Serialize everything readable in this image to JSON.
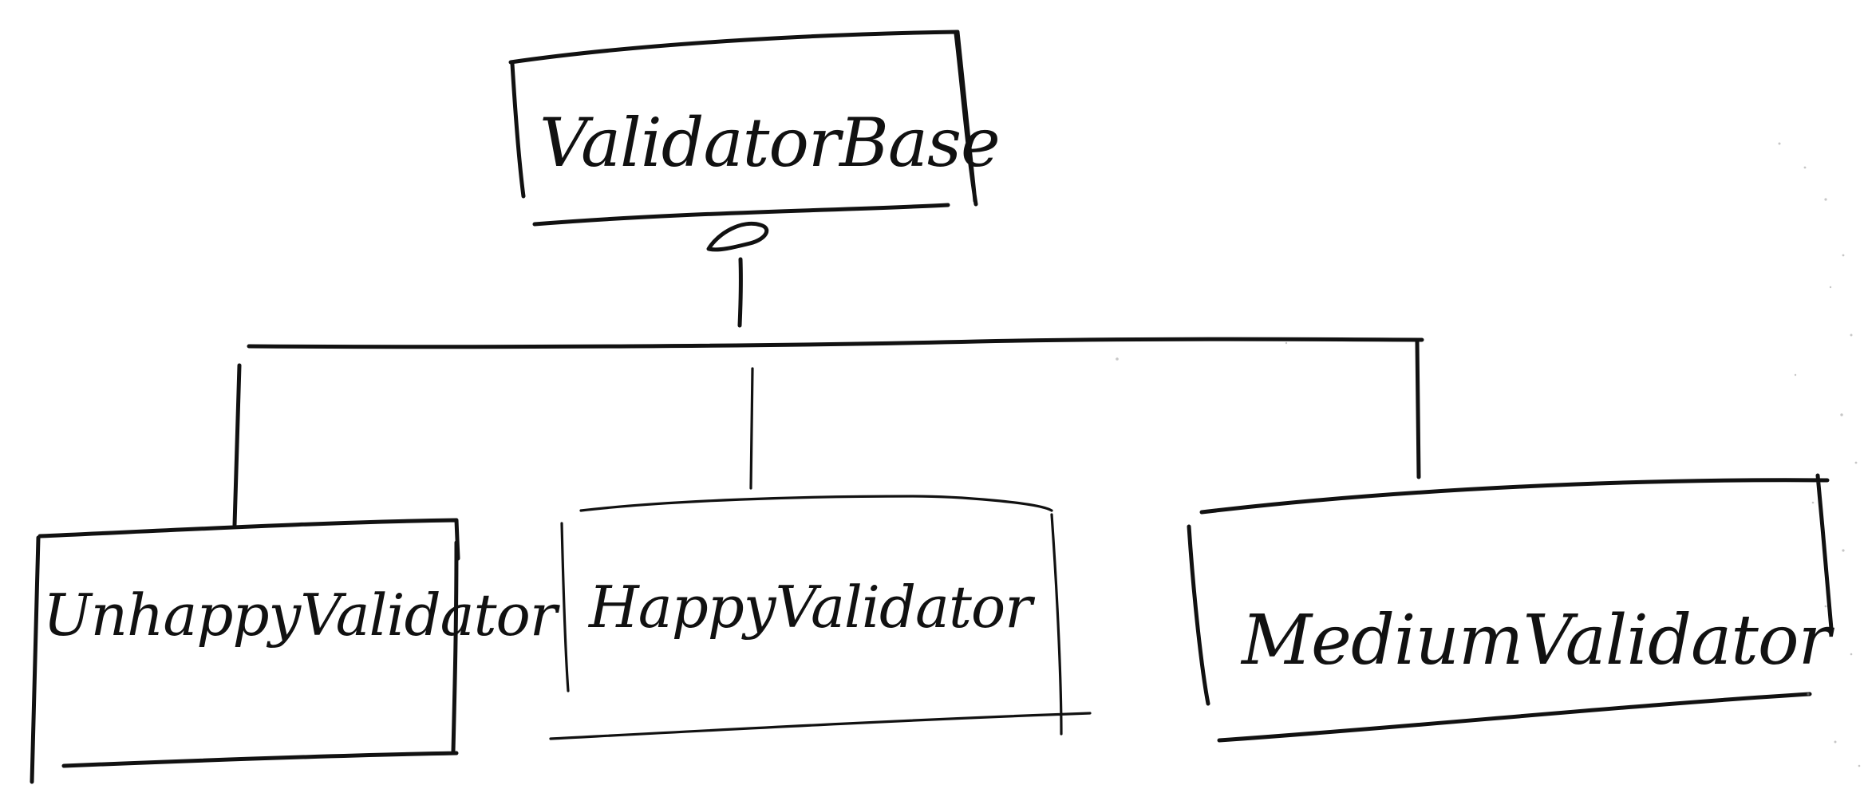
{
  "diagram": {
    "base_class": {
      "label": "ValidatorBase"
    },
    "child_classes": [
      {
        "label": "UnhappyValidator"
      },
      {
        "label": "HappyValidator"
      },
      {
        "label": "MediumValidator"
      }
    ],
    "relationship": "inheritance",
    "colors": {
      "ink": "#111111",
      "paper": "#ffffff"
    }
  }
}
